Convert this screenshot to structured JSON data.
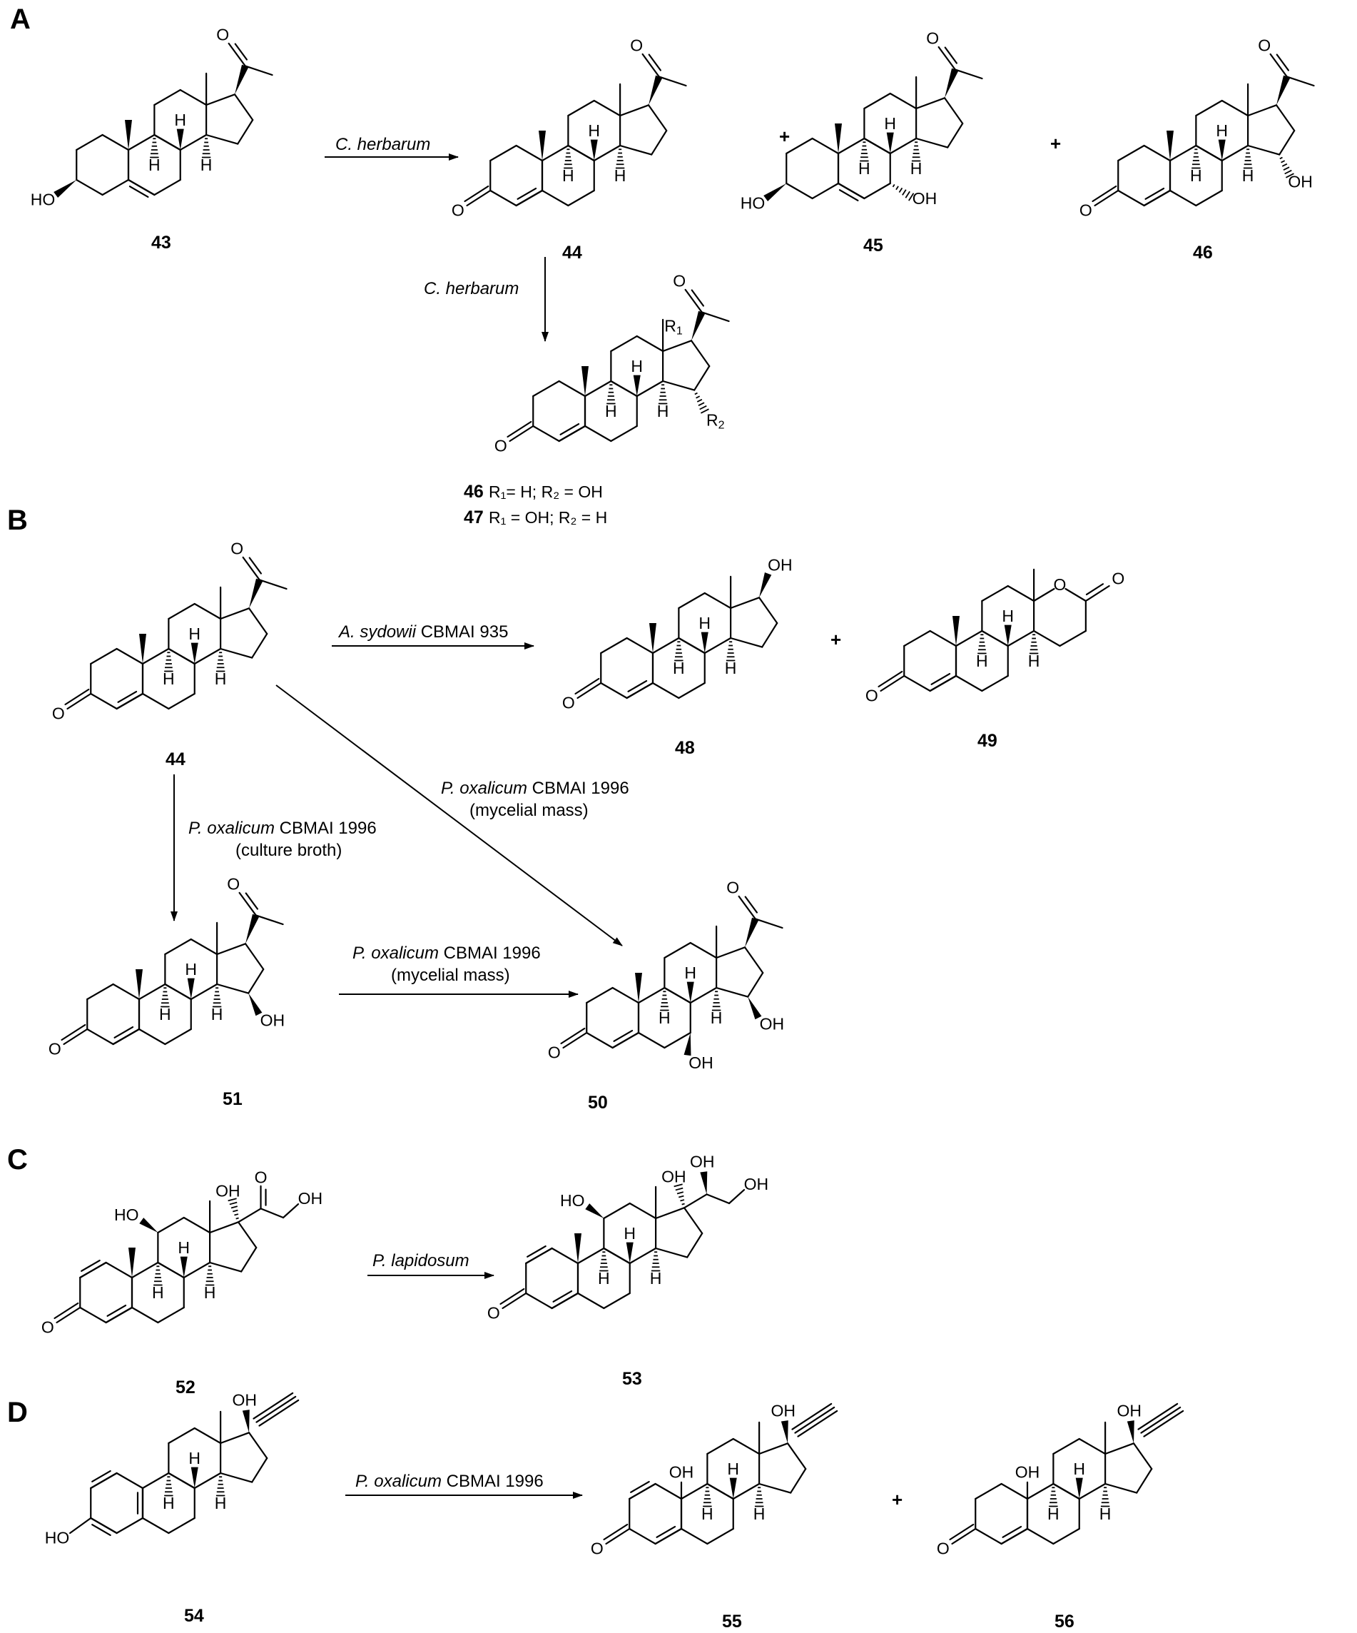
{
  "panels": {
    "a": "A",
    "b": "B",
    "c": "C",
    "d": "D"
  },
  "compounds": {
    "c43": "43",
    "c44a": "44",
    "c45": "45",
    "c46": "46",
    "c46b": "46",
    "c47": "47",
    "c44b": "44",
    "c48": "48",
    "c49": "49",
    "c51": "51",
    "c50": "50",
    "c52": "52",
    "c53": "53",
    "c54": "54",
    "c55": "55",
    "c56": "56"
  },
  "substituents": {
    "r46": "R₁= H; R₂  = OH",
    "r47": "R₁ = OH; R₂ = H"
  },
  "reagents": {
    "a1": {
      "italic": "C. herbarum",
      "rest": ""
    },
    "a2": {
      "italic": "C. herbarum",
      "rest": ""
    },
    "b1": {
      "italic": "A. sydowii",
      "rest": " CBMAI 935"
    },
    "b2": {
      "italic": "P. oxalicum",
      "rest": " CBMAI 1996",
      "note": "(mycelial mass)"
    },
    "b3": {
      "italic": "P. oxalicum",
      "rest": " CBMAI 1996",
      "note": "(culture broth)"
    },
    "b4": {
      "italic": "P. oxalicum",
      "rest": " CBMAI 1996",
      "note": "(mycelial mass)"
    },
    "c1": {
      "italic": "P. lapidosum",
      "rest": ""
    },
    "d1": {
      "italic": "P. oxalicum",
      "rest": " CBMAI 1996"
    }
  },
  "plus": "+",
  "atoms": {
    "O": "O",
    "OH": "OH",
    "HO": "HO",
    "H": "H",
    "R": "R",
    "one": "1",
    "two": "2"
  }
}
